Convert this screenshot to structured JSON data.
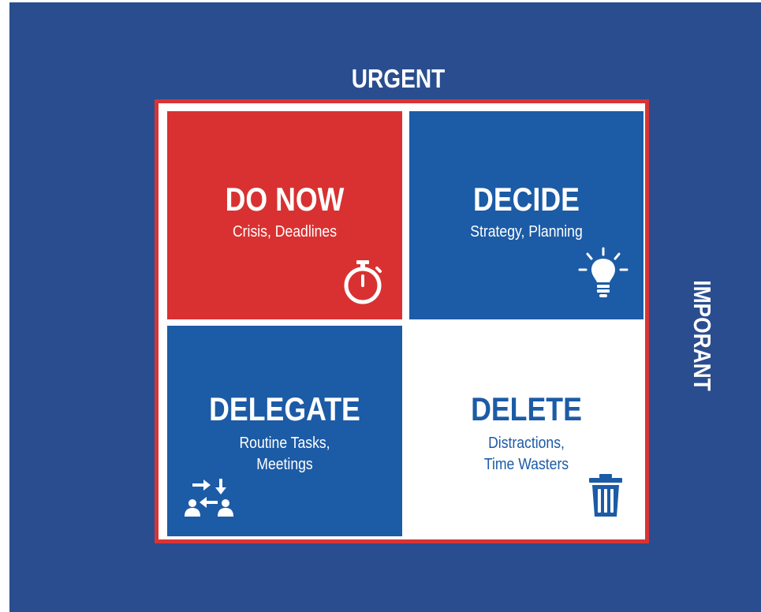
{
  "axes": {
    "top_label": "URGENT",
    "right_label": "IMPORANT"
  },
  "quadrants": [
    {
      "title": "DO NOW",
      "subtitle": "Crisis, Deadlines",
      "icon": "stopwatch-icon",
      "color": "#d93131"
    },
    {
      "title": "DECIDE",
      "subtitle": "Strategy, Planning",
      "icon": "lightbulb-icon",
      "color": "#1c5ba6"
    },
    {
      "title": "DELEGATE",
      "subtitle_lines": [
        "Routine Tasks,",
        "Meetings"
      ],
      "icon": "delegate-people-icon",
      "color": "#1c5ba6"
    },
    {
      "title": "DELETE",
      "subtitle_lines": [
        "Distractions,",
        "Time Wasters"
      ],
      "icon": "trash-icon",
      "color": "#ffffff"
    }
  ],
  "colors": {
    "background": "#2a4d8f",
    "frame": "#d93434",
    "red": "#d93131",
    "blue": "#1c5ba6",
    "white": "#ffffff"
  }
}
